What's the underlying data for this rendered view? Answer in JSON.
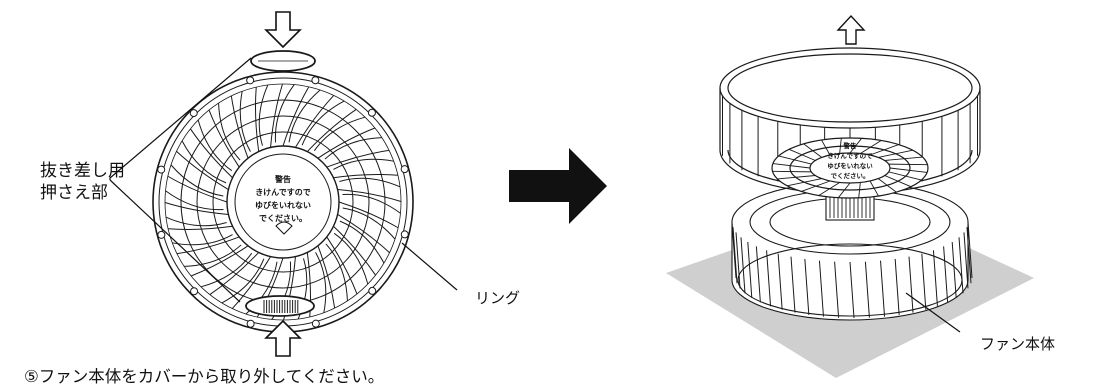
{
  "labels": {
    "press_part_line1": "抜き差し用",
    "press_part_line2": "押さえ部",
    "ring": "リング",
    "fan_body": "ファン本体"
  },
  "caption": {
    "number": "⑤",
    "text": "ファン本体をカバーから取り外してください。"
  },
  "cap_text_left": {
    "line1": "警告",
    "line2": "きけんですので",
    "line3": "ゆびをいれない",
    "line4": "でください。"
  },
  "cap_text_right": {
    "line1": "警告",
    "line2": "きけんですので",
    "line3": "ゆびをいれない",
    "line4": "でください。"
  },
  "colors": {
    "line": "#1a1a1a",
    "floor": "#cfcfcf",
    "arrow": "#111111"
  },
  "icons": [
    "down-arrow-outline-icon",
    "up-arrow-outline-icon",
    "right-arrow-solid-icon"
  ]
}
